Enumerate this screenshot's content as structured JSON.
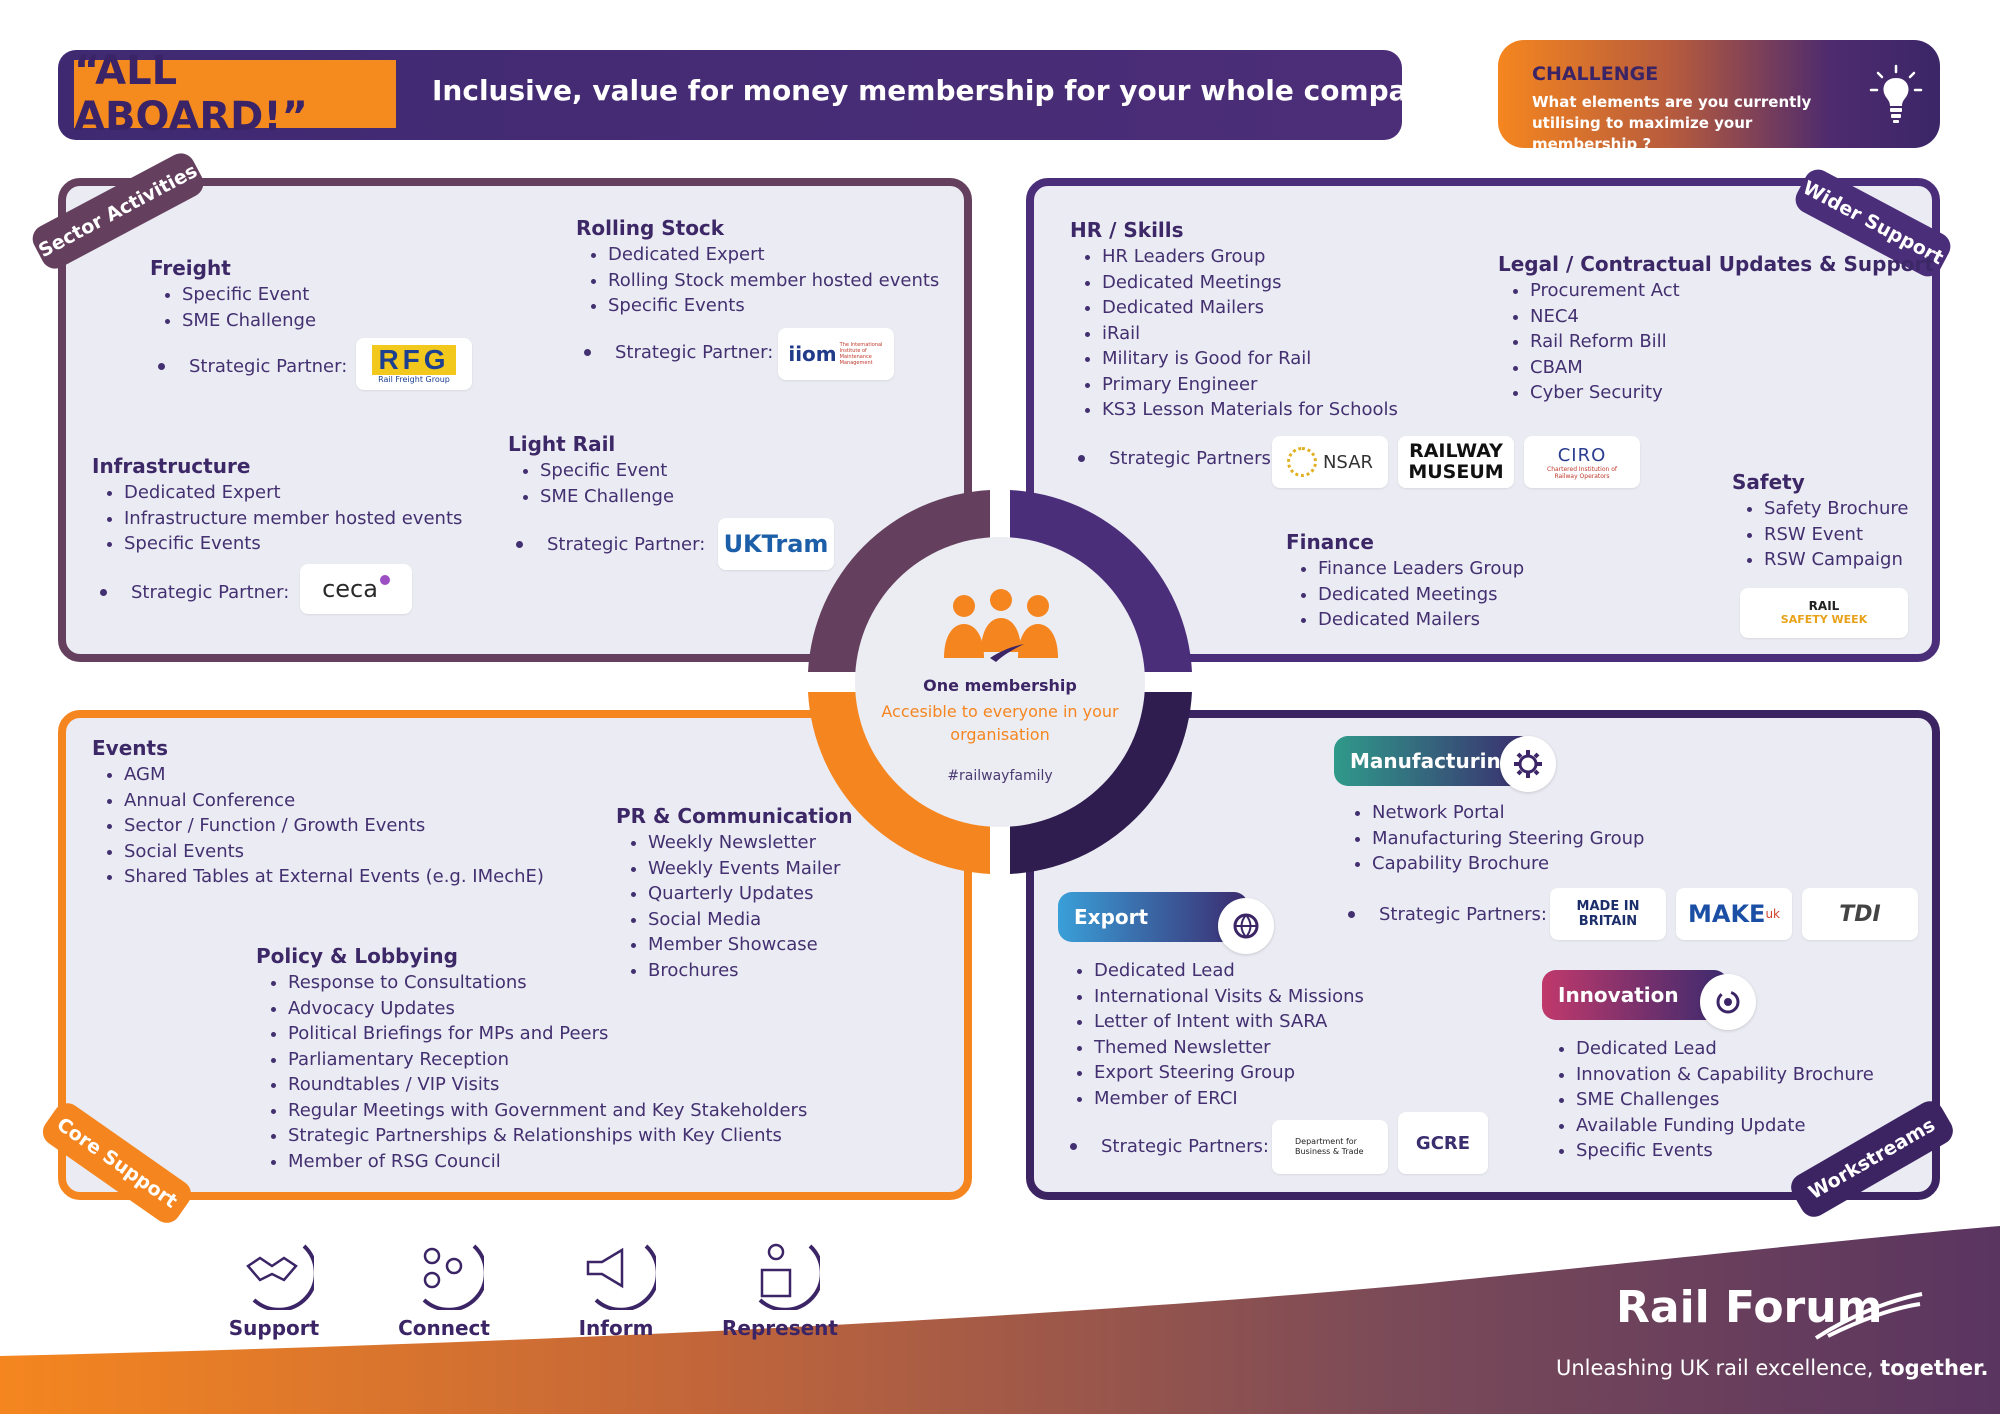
{
  "header": {
    "badge": "“ALL ABOARD!”",
    "tagline": "Inclusive, value for money membership for your whole company..."
  },
  "challenge": {
    "title": "CHALLENGE",
    "question": "What elements are you currently utilising to maximize your membership ?"
  },
  "sector": {
    "tag": "Sector Activities",
    "freight": {
      "title": "Freight",
      "items": [
        "Specific Event",
        "SME Challenge"
      ],
      "partner_label": "Strategic Partner:",
      "partner_logo": "RFG",
      "partner_logo_sub": "Rail Freight Group"
    },
    "rolling": {
      "title": "Rolling Stock",
      "items": [
        "Dedicated Expert",
        "Rolling Stock member hosted events",
        "Specific Events"
      ],
      "partner_label": "Strategic Partner:",
      "partner_logo": "iiom",
      "partner_logo_sub": "The International Institute of Maintenance Management"
    },
    "infrastructure": {
      "title": "Infrastructure",
      "items": [
        "Dedicated Expert",
        "Infrastructure member hosted events",
        "Specific Events"
      ],
      "partner_label": "Strategic Partner:",
      "partner_logo": "ceca"
    },
    "lightrail": {
      "title": "Light Rail",
      "items": [
        "Specific Event",
        "SME Challenge"
      ],
      "partner_label": "Strategic Partner:",
      "partner_logo": "UKTram"
    }
  },
  "wider": {
    "tag": "Wider Support",
    "hr": {
      "title": "HR / Skills",
      "items": [
        "HR Leaders Group",
        "Dedicated Meetings",
        "Dedicated Mailers",
        "iRail",
        "Military is Good for Rail",
        "Primary Engineer",
        "KS3 Lesson Materials for Schools"
      ],
      "partner_label": "Strategic Partners:",
      "logos": [
        "NSAR",
        "RAILWAY",
        "MUSEUM",
        "CIRO",
        "Chartered Institution of Railway Operators"
      ]
    },
    "legal": {
      "title": "Legal / Contractual Updates & Support",
      "items": [
        "Procurement Act",
        "NEC4",
        "Rail Reform Bill",
        "CBAM",
        "Cyber Security"
      ]
    },
    "safety": {
      "title": "Safety",
      "items": [
        "Safety Brochure",
        "RSW Event",
        "RSW Campaign"
      ],
      "logo": "RAIL",
      "logo2": "SAFETY WEEK"
    },
    "finance": {
      "title": "Finance",
      "items": [
        "Finance Leaders Group",
        "Dedicated Meetings",
        "Dedicated Mailers"
      ]
    }
  },
  "core": {
    "tag": "Core Support",
    "events": {
      "title": "Events",
      "items": [
        "AGM",
        "Annual Conference",
        "Sector / Function / Growth Events",
        "Social Events",
        "Shared Tables at External Events (e.g. IMechE)"
      ]
    },
    "pr": {
      "title": "PR & Communication",
      "items": [
        "Weekly Newsletter",
        "Weekly Events Mailer",
        "Quarterly Updates",
        "Social Media",
        "Member Showcase",
        "Brochures"
      ]
    },
    "policy": {
      "title": "Policy & Lobbying",
      "items": [
        "Response to Consultations",
        "Advocacy Updates",
        "Political Briefings for MPs and Peers",
        "Parliamentary Reception",
        "Roundtables / VIP Visits",
        "Regular Meetings with Government and Key Stakeholders",
        "Strategic Partnerships & Relationships with Key Clients",
        "Member of RSG Council"
      ]
    }
  },
  "work": {
    "tag": "Workstreams",
    "manufacturing": {
      "title": "Manufacturing",
      "items": [
        "Network Portal",
        "Manufacturing Steering Group",
        "Capability Brochure"
      ],
      "partner_label": "Strategic Partners:",
      "logos": [
        "MADE IN",
        "BRITAIN",
        "MAKE",
        "uk",
        "TDI"
      ]
    },
    "export": {
      "title": "Export",
      "items": [
        "Dedicated Lead",
        "International Visits & Missions",
        "Letter of Intent with SARA",
        "Themed Newsletter",
        "Export Steering Group",
        "Member of ERCI"
      ],
      "partner_label": "Strategic Partners:",
      "logos": [
        "Department for Business & Trade",
        "GCRE"
      ]
    },
    "innovation": {
      "title": "Innovation",
      "items": [
        "Dedicated Lead",
        "Innovation & Capability Brochure",
        "SME Challenges",
        "Available Funding Update",
        "Specific Events"
      ]
    }
  },
  "center": {
    "title": "One membership",
    "subtitle": "Accesible to everyone in your organisation",
    "hashtag": "#railwayfamily"
  },
  "pillars": [
    "Support",
    "Connect",
    "Inform",
    "Represent"
  ],
  "brand": {
    "name": "Rail Forum",
    "tagline_a": "Unleashing UK rail excellence, ",
    "tagline_b": "together."
  },
  "colors": {
    "purple": "#4b2e7a",
    "orange": "#f5861f",
    "plum": "#64405e",
    "dark": "#3c2463"
  }
}
